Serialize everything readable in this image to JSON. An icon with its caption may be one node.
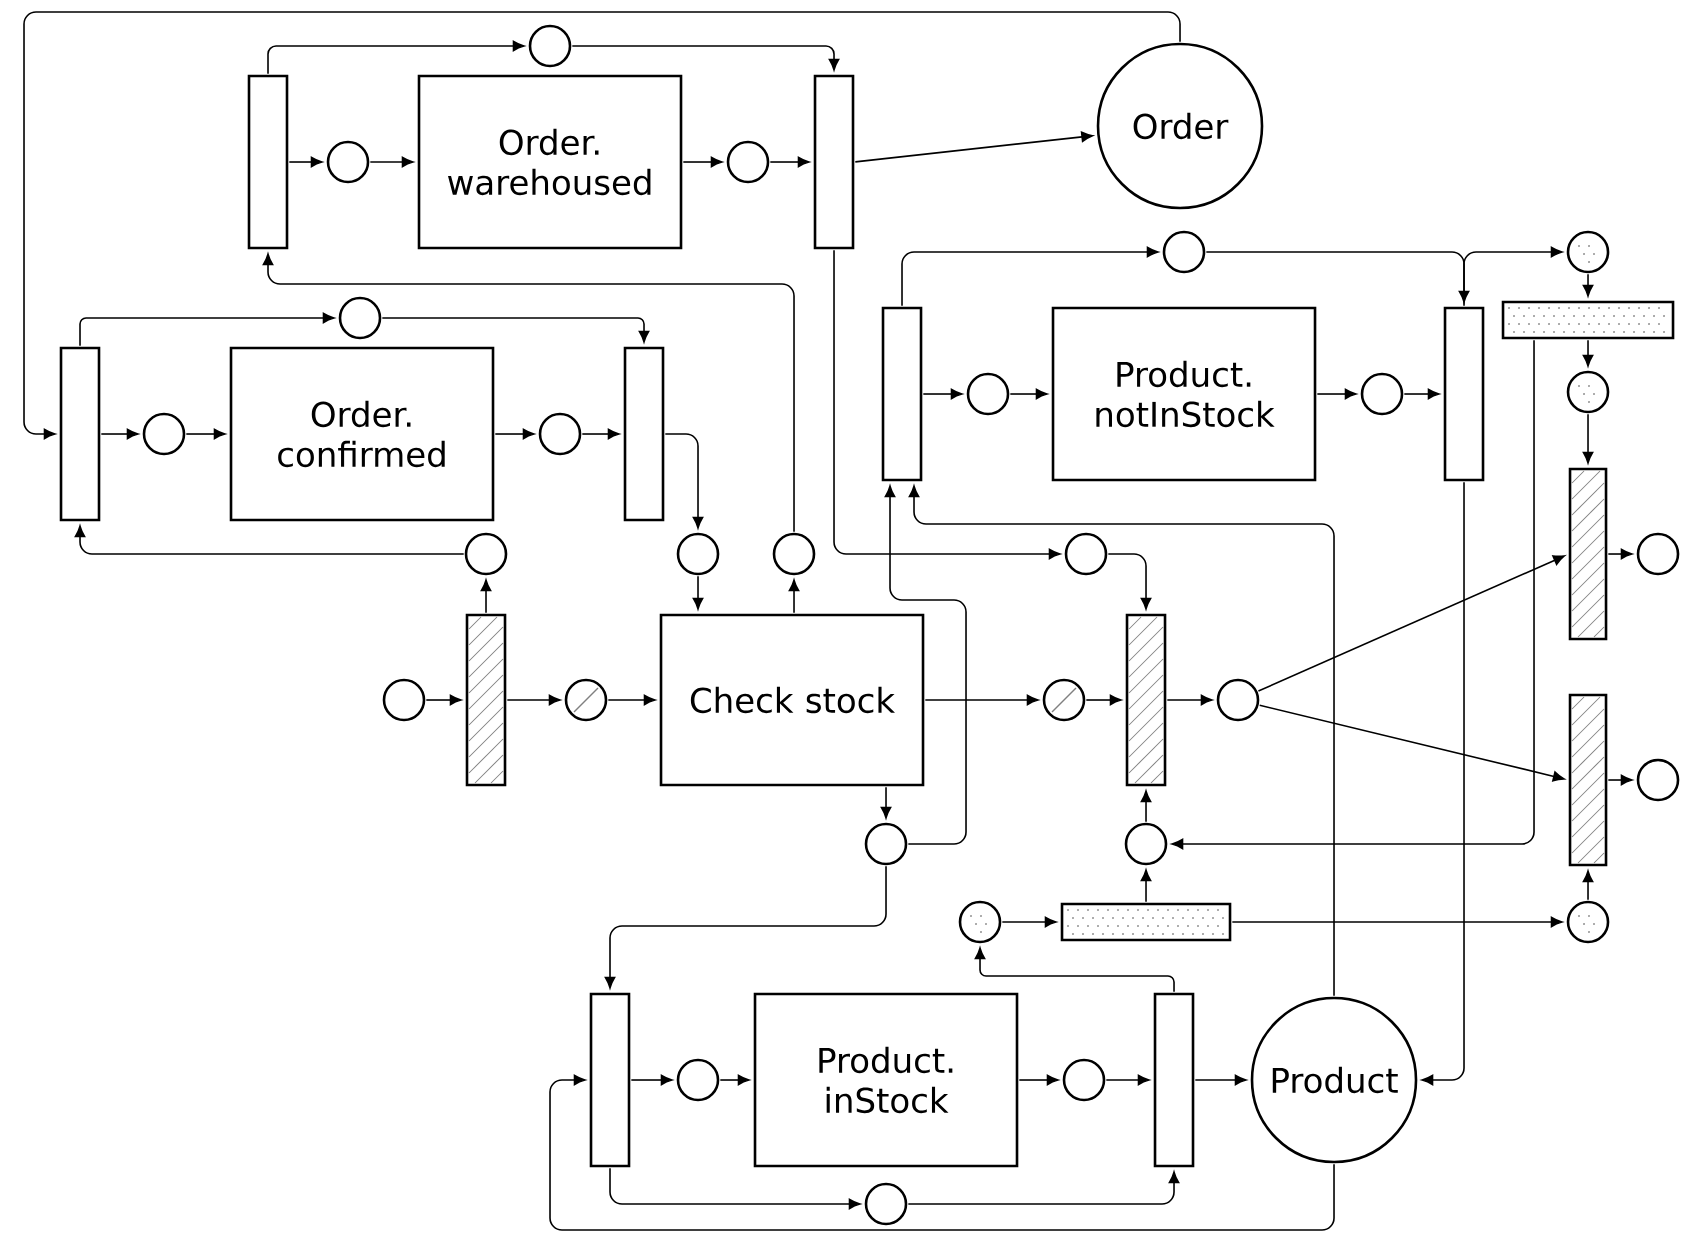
{
  "diagram": {
    "nodes": [
      {
        "text": [],
        "shape": "bar"
      },
      {
        "text": [],
        "shape": "circle"
      },
      {
        "text": [
          "Order. warehoused"
        ]
      },
      {
        "text": [],
        "shape": "circle"
      },
      {
        "text": [],
        "shape": "bar"
      },
      {
        "text": [],
        "shape": "circle"
      },
      {
        "text": [
          "Order"
        ]
      },
      {
        "text": [],
        "shape": "bar"
      },
      {
        "text": [],
        "shape": "circle"
      },
      {
        "text": [
          "Order. confirmed"
        ]
      },
      {
        "text": [],
        "shape": "circle"
      },
      {
        "text": [],
        "shape": "bar"
      },
      {
        "text": [],
        "shape": "circle"
      },
      {
        "text": [],
        "shape": "bar"
      },
      {
        "text": [],
        "shape": "circle"
      },
      {
        "text": [
          "Product. notInStock"
        ]
      },
      {
        "text": [],
        "shape": "circle"
      },
      {
        "text": [],
        "shape": "bar"
      },
      {
        "text": [],
        "shape": "circle"
      },
      {
        "text": [],
        "shape": "circle"
      },
      {
        "text": [],
        "shape": "bar"
      },
      {
        "text": [],
        "shape": "circle"
      },
      {
        "text": [],
        "shape": "bar"
      },
      {
        "text": [],
        "shape": "circle"
      },
      {
        "text": [],
        "shape": "circle"
      },
      {
        "text": [],
        "shape": "circle"
      },
      {
        "text": [],
        "shape": "circle"
      },
      {
        "text": [],
        "shape": "circle"
      },
      {
        "text": [],
        "shape": "bar"
      },
      {
        "text": [],
        "shape": "circle"
      },
      {
        "text": [
          "Check stock"
        ]
      },
      {
        "text": [],
        "shape": "circle"
      },
      {
        "text": [],
        "shape": "circle"
      },
      {
        "text": [],
        "shape": "bar"
      },
      {
        "text": [],
        "shape": "circle"
      },
      {
        "text": [],
        "shape": "bar"
      },
      {
        "text": [],
        "shape": "circle"
      },
      {
        "text": [],
        "shape": "circle"
      },
      {
        "text": [],
        "shape": "circle"
      },
      {
        "text": [],
        "shape": "circle"
      },
      {
        "text": [],
        "shape": "bar"
      },
      {
        "text": [],
        "shape": "circle"
      },
      {
        "text": [],
        "shape": "bar"
      },
      {
        "text": [],
        "shape": "circle"
      },
      {
        "text": [
          "Product. inStock"
        ]
      },
      {
        "text": [],
        "shape": "circle"
      },
      {
        "text": [],
        "shape": "bar"
      },
      {
        "text": [
          "Product"
        ]
      },
      {
        "text": [],
        "shape": "circle"
      }
    ],
    "edges": [
      {
        "from": 0,
        "to": 1,
        "arrow": "to"
      },
      {
        "from": 1,
        "to": 2,
        "arrow": "to"
      },
      {
        "from": 2,
        "to": 3,
        "arrow": "to"
      },
      {
        "from": 3,
        "to": 4,
        "arrow": "to"
      },
      {
        "from": 0,
        "to": 5,
        "arrow": "to"
      },
      {
        "from": 5,
        "to": 4,
        "arrow": "to"
      },
      {
        "from": 4,
        "to": 6,
        "arrow": "to"
      },
      {
        "from": 6,
        "to": 7,
        "arrow": "to"
      },
      {
        "from": 7,
        "to": 8,
        "arrow": "to"
      },
      {
        "from": 8,
        "to": 9,
        "arrow": "to"
      },
      {
        "from": 9,
        "to": 10,
        "arrow": "to"
      },
      {
        "from": 10,
        "to": 11,
        "arrow": "to"
      },
      {
        "from": 7,
        "to": 12,
        "arrow": "to"
      },
      {
        "from": 12,
        "to": 11,
        "arrow": "to"
      },
      {
        "from": 11,
        "to": 25,
        "arrow": "to"
      },
      {
        "from": 25,
        "to": 30,
        "arrow": "to"
      },
      {
        "from": 30,
        "to": 26,
        "arrow": "to"
      },
      {
        "from": 26,
        "to": 0,
        "arrow": "to"
      },
      {
        "from": 24,
        "to": 7,
        "arrow": "to"
      },
      {
        "from": 28,
        "to": 24,
        "arrow": "to"
      },
      {
        "from": 27,
        "to": 28,
        "arrow": "to"
      },
      {
        "from": 28,
        "to": 29,
        "arrow": "to"
      },
      {
        "from": 29,
        "to": 30,
        "arrow": "to"
      },
      {
        "from": 30,
        "to": 31,
        "arrow": "to"
      },
      {
        "from": 31,
        "to": 33,
        "arrow": "to"
      },
      {
        "from": 4,
        "to": 32,
        "arrow": "to"
      },
      {
        "from": 32,
        "to": 33,
        "arrow": "to"
      },
      {
        "from": 33,
        "to": 34,
        "arrow": "to"
      },
      {
        "from": 34,
        "to": 22,
        "arrow": "to"
      },
      {
        "from": 34,
        "to": 35,
        "arrow": "to"
      },
      {
        "from": 22,
        "to": 23,
        "arrow": "to"
      },
      {
        "from": 35,
        "to": 36,
        "arrow": "to"
      },
      {
        "from": 13,
        "to": 14,
        "arrow": "to"
      },
      {
        "from": 14,
        "to": 15,
        "arrow": "to"
      },
      {
        "from": 15,
        "to": 16,
        "arrow": "to"
      },
      {
        "from": 16,
        "to": 17,
        "arrow": "to"
      },
      {
        "from": 13,
        "to": 18,
        "arrow": "to"
      },
      {
        "from": 18,
        "to": 17,
        "arrow": "to"
      },
      {
        "from": 17,
        "to": 19,
        "arrow": "to"
      },
      {
        "from": 19,
        "to": 20,
        "arrow": "to"
      },
      {
        "from": 20,
        "to": 21,
        "arrow": "to"
      },
      {
        "from": 21,
        "to": 22,
        "arrow": "to"
      },
      {
        "from": 20,
        "to": 37,
        "arrow": "to"
      },
      {
        "from": 40,
        "to": 41,
        "arrow": "to"
      },
      {
        "from": 41,
        "to": 35,
        "arrow": "to"
      },
      {
        "from": 39,
        "to": 40,
        "arrow": "to"
      },
      {
        "from": 40,
        "to": 37,
        "arrow": "to"
      },
      {
        "from": 37,
        "to": 33,
        "arrow": "to"
      },
      {
        "from": 17,
        "to": 47,
        "arrow": "to"
      },
      {
        "from": 47,
        "to": 13,
        "arrow": "to"
      },
      {
        "from": 38,
        "to": 13,
        "arrow": "to"
      },
      {
        "from": 30,
        "to": 38,
        "arrow": "to"
      },
      {
        "from": 38,
        "to": 42,
        "arrow": "to"
      },
      {
        "from": 42,
        "to": 43,
        "arrow": "to"
      },
      {
        "from": 43,
        "to": 44,
        "arrow": "to"
      },
      {
        "from": 44,
        "to": 45,
        "arrow": "to"
      },
      {
        "from": 45,
        "to": 46,
        "arrow": "to"
      },
      {
        "from": 46,
        "to": 47,
        "arrow": "to"
      },
      {
        "from": 42,
        "to": 48,
        "arrow": "to"
      },
      {
        "from": 48,
        "to": 46,
        "arrow": "to"
      },
      {
        "from": 47,
        "to": 42,
        "arrow": "to"
      },
      {
        "from": 46,
        "to": 39,
        "arrow": "to"
      }
    ]
  }
}
